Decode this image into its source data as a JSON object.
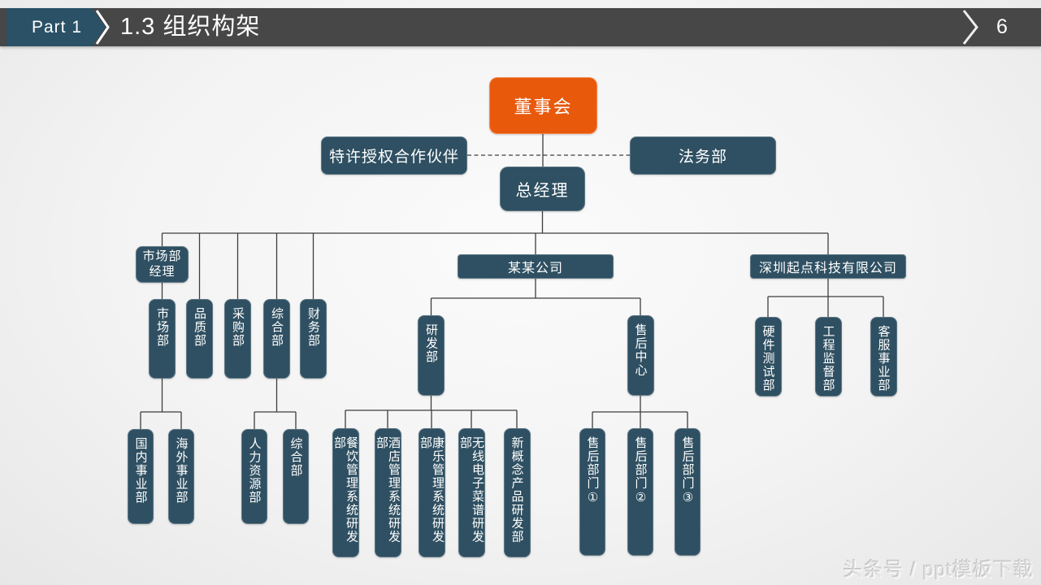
{
  "header": {
    "part_label": "Part 1",
    "title": "1.3 组织构架",
    "page_number": "6"
  },
  "chart": {
    "board": "董事会",
    "franchise": "特许授权合作伙伴",
    "legal": "法务部",
    "general_manager": "总经理",
    "marketing_manager": "市场部经理",
    "company": "某某公司",
    "shenzhen_company": "深圳起点科技有限公司",
    "left_depts": [
      "市场部",
      "品质部",
      "采购部",
      "综合部",
      "财务部"
    ],
    "market_subs": [
      "国内事业部",
      "海外事业部"
    ],
    "general_subs": [
      "人力资源部",
      "综合部"
    ],
    "rnd": "研发部",
    "aftersales_center": "售后中心",
    "rnd_subs": [
      "餐饮管理系统研发部",
      "酒店管理系统研发部",
      "康乐管理系统研发部",
      "无线电子菜谱研发部",
      "新概念产品研发部"
    ],
    "aftersales_subs": [
      "售后部门①",
      "售后部门②",
      "售后部门③"
    ],
    "shenzhen_subs": [
      "硬件测试部",
      "工程监督部",
      "客服事业部"
    ]
  },
  "watermark": "头条号 / ppt模板下载",
  "colors": {
    "accent_orange": "#E8590C",
    "node_dark": "#2F5062",
    "header_bar": "#474747",
    "badge_teal": "#2A5166",
    "connector": "#3D3D3D"
  }
}
